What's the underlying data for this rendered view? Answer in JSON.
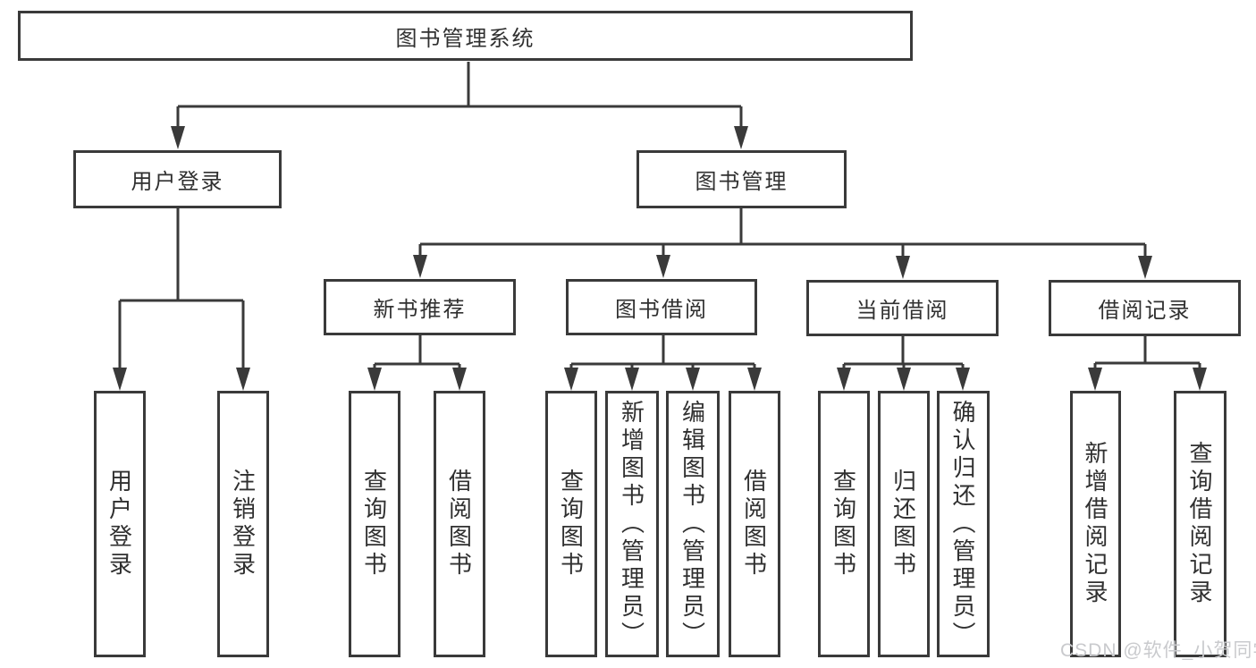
{
  "diagram_title": "图书管理系统",
  "watermark": {
    "text": "CSDN @软件_小贺同学",
    "color": "#c9cacd"
  },
  "colors": {
    "line": "#3a3a3a",
    "box_border": "#3a3a3a",
    "box_fill": "#ffffff",
    "text": "#303030",
    "background": "#ffffff"
  },
  "tree": {
    "root": {
      "label": "图书管理系统"
    },
    "branches": [
      {
        "label": "用户登录",
        "children": [
          {
            "label": "用户登录"
          },
          {
            "label": "注销登录"
          }
        ]
      },
      {
        "label": "图书管理",
        "children": [
          {
            "label": "新书推荐",
            "children": [
              {
                "label": "查询图书"
              },
              {
                "label": "借阅图书"
              }
            ]
          },
          {
            "label": "图书借阅",
            "children": [
              {
                "label": "查询图书"
              },
              {
                "label": "新增图书（管理员）"
              },
              {
                "label": "编辑图书（管理员）"
              },
              {
                "label": "借阅图书"
              }
            ]
          },
          {
            "label": "当前借阅",
            "children": [
              {
                "label": "查询图书"
              },
              {
                "label": "归还图书"
              },
              {
                "label": "确认归还（管理员）"
              }
            ]
          },
          {
            "label": "借阅记录",
            "children": [
              {
                "label": "新增借阅记录"
              },
              {
                "label": "查询借阅记录"
              }
            ]
          }
        ]
      }
    ]
  }
}
